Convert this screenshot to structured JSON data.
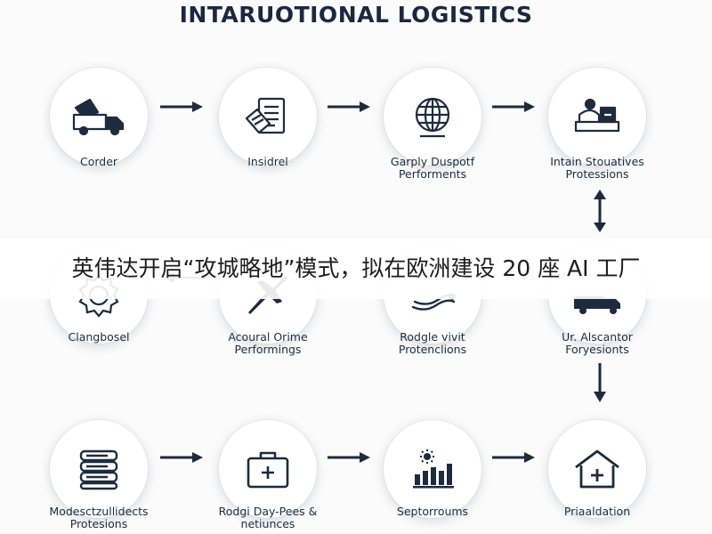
{
  "title": "INTARUOTIONAL LOGISTICS",
  "nodes": [
    {
      "label": "Corder",
      "icon": "delivery-truck-icon"
    },
    {
      "label": "Insidrel",
      "icon": "invoice-document-icon"
    },
    {
      "label": "Garply Duspotf\nPerforments",
      "icon": "globe-grid-icon"
    },
    {
      "label": "Intain Stouatives\nProtessions",
      "icon": "customs-desk-icon"
    },
    {
      "label": "Clangbosel",
      "icon": "certification-seal-icon"
    },
    {
      "label": "Acoural Orime\nPerformings",
      "icon": "airplane-icon"
    },
    {
      "label": "Rodgle vivit\nProtenclions",
      "icon": "shipping-route-icon"
    },
    {
      "label": "Ur. Alscantor\nForyesionts",
      "icon": "cargo-truck-icon"
    },
    {
      "label": "Modesctzullidects\nProtesions",
      "icon": "stacked-documents-icon"
    },
    {
      "label": "Rodgi Day-Pees &\nnetiunces",
      "icon": "medical-kit-icon"
    },
    {
      "label": "Septorroums",
      "icon": "bar-chart-icon"
    },
    {
      "label": "Priaaldation",
      "icon": "warehouse-icon"
    }
  ],
  "banner": {
    "text": "英伟达开启“攻城略地”模式，拟在欧洲建设 20 座 AI 工厂"
  },
  "colors": {
    "icon": "#1e2b3e",
    "accent": "#243b66"
  }
}
